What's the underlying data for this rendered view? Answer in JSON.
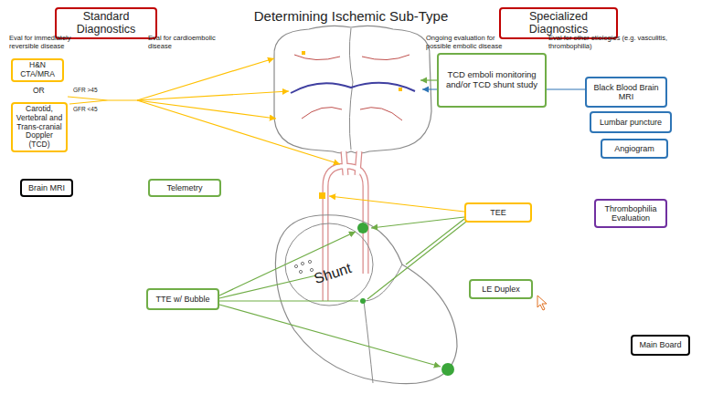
{
  "diagram": {
    "title": "Determining Ischemic Sub-Type",
    "nodes": [
      {
        "text": [
          "Standard Diagnostics"
        ]
      },
      {
        "text": [
          "Specialized Diagnostics"
        ]
      },
      {
        "text": [
          "H&N CTA/MRA"
        ]
      },
      {
        "text": [
          "TCD emboli monitoring and/or TCD shunt study"
        ]
      },
      {
        "text": [
          "Black Blood Brain MRI"
        ]
      },
      {
        "text": [
          "Carotid, Vertebral and Trans-cranial Doppler (TCD)"
        ]
      },
      {
        "text": [
          "Lumbar puncture"
        ]
      },
      {
        "text": [
          "Angiogram"
        ]
      },
      {
        "text": [
          "Brain MRI"
        ]
      },
      {
        "text": [
          "Telemetry"
        ]
      },
      {
        "text": [
          "TEE"
        ]
      },
      {
        "text": [
          "Thrombophilia Evaluation"
        ]
      },
      {
        "text": [
          "TTE w/ Bubble"
        ]
      },
      {
        "text": [
          "LE Duplex"
        ]
      },
      {
        "text": [
          "Main Board"
        ]
      }
    ],
    "labels": [
      "Eval for immediately reversible disease",
      "Eval for cardioembolic disease",
      "Ongoing evaluation for possible embolic disease",
      "Eval for other etiologies (e.g. vasculitis, thrombophilia)",
      "OR",
      "GFR >45",
      "GFR <45",
      "Shunt"
    ]
  }
}
